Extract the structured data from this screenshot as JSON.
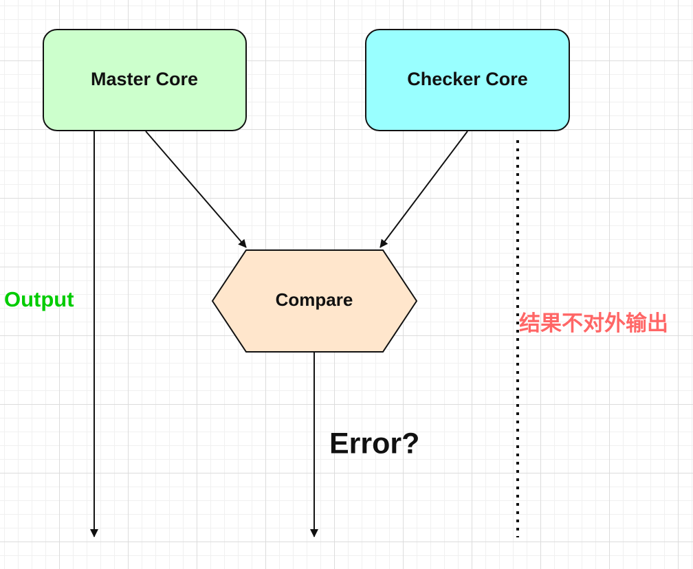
{
  "nodes": {
    "master": {
      "label": "Master Core",
      "fill": "#ccffcc"
    },
    "checker": {
      "label": "Checker Core",
      "fill": "#99ffff"
    },
    "compare": {
      "label": "Compare",
      "fill": "#ffe6cc"
    }
  },
  "labels": {
    "output": {
      "text": "Output",
      "color": "#00cc00"
    },
    "error": {
      "text": "Error?",
      "color": "#111111"
    },
    "no_output": {
      "text": "结果不对外输出",
      "color": "#ff6666"
    }
  },
  "colors": {
    "stroke": "#111111",
    "grid_major": "#dcdcdc",
    "grid_minor": "#f0f0f0"
  }
}
